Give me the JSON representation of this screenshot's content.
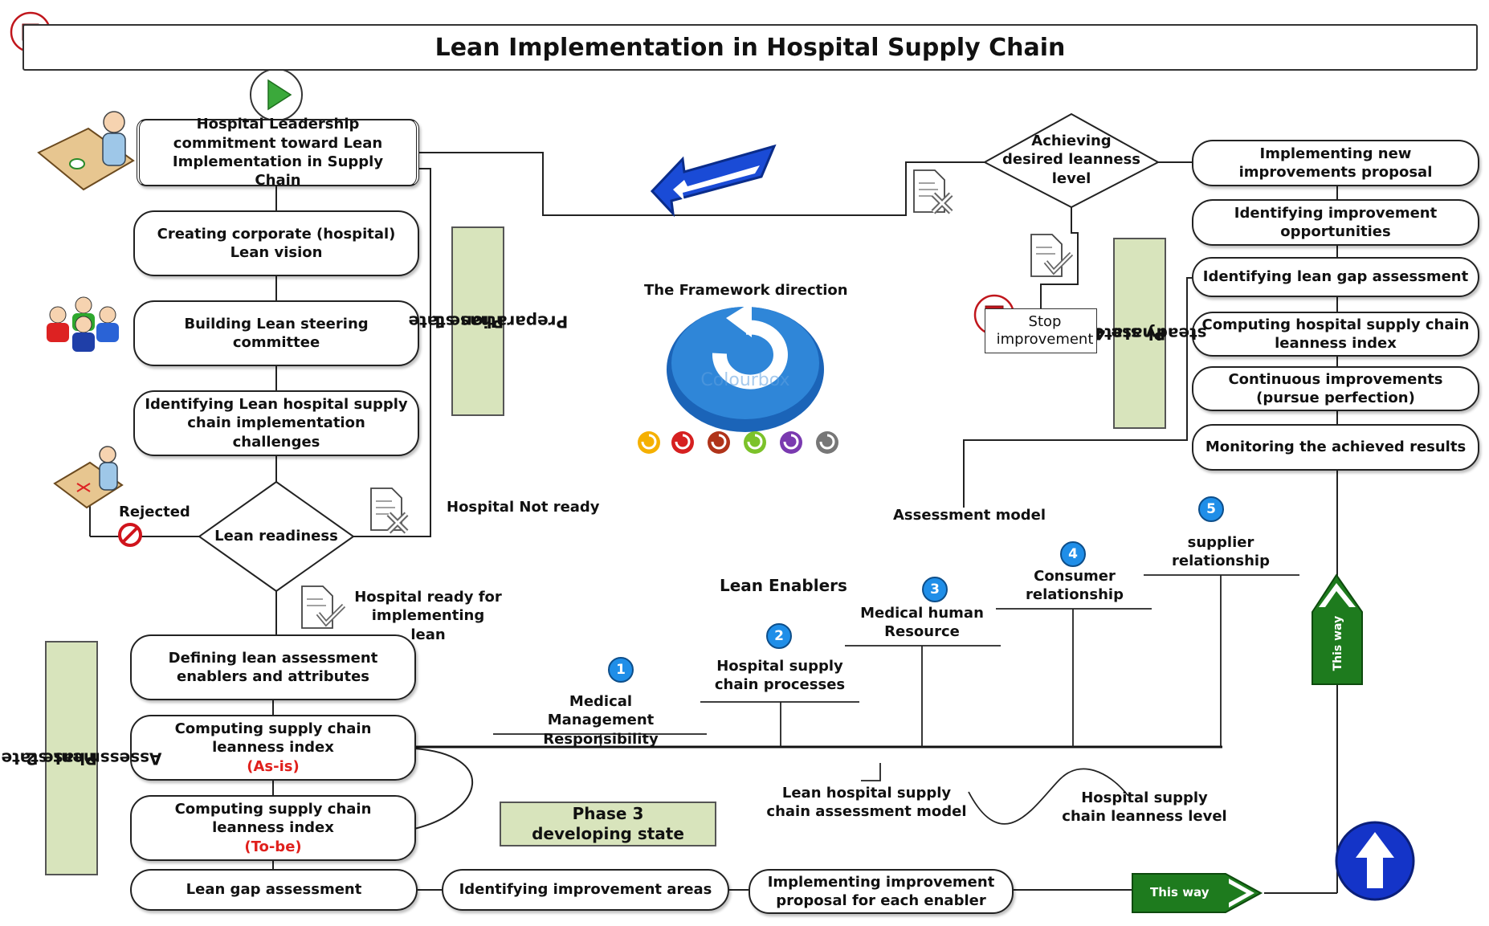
{
  "title": "Lean Implementation in Hospital Supply Chain",
  "nodes": {
    "leadership": "Hospital Leadership commitment toward Lean Implementation in Supply Chain",
    "vision": "Creating corporate (hospital) Lean vision",
    "committee": "Building Lean steering committee",
    "challenges": "Identifying Lean hospital supply chain implementation challenges",
    "defining": "Defining lean assessment enablers and attributes",
    "computing_asis": "Computing supply chain leanness index",
    "asis_tag": "(As-is)",
    "computing_tobe": "Computing supply chain leanness index",
    "tobe_tag": "(To-be)",
    "gap": "Lean gap assessment",
    "areas": "Identifying improvement areas",
    "implementing": "Implementing improvement proposal for each enabler",
    "new_proposal": "Implementing new improvements proposal",
    "opportunities": "Identifying improvement opportunities",
    "gap_right": "Identifying lean gap assessment",
    "computing_right": "Computing hospital supply chain leanness index",
    "continuous": "Continuous improvements (pursue perfection)",
    "monitoring": "Monitoring the achieved results"
  },
  "diamonds": {
    "readiness": "Lean readiness",
    "achieving": "Achieving desired leanness level"
  },
  "phases": {
    "p1": [
      "Phase 1",
      "Preparation state"
    ],
    "p2": [
      "Phase 2",
      "Assessment state"
    ],
    "p3": [
      "Phase 3",
      "developing state"
    ],
    "p4": [
      "Phase 4",
      "steady state"
    ]
  },
  "labels": {
    "rejected": "Rejected",
    "not_ready": "Hospital Not ready",
    "ready": "Hospital ready for implementing lean",
    "framework_direction": "The Framework direction",
    "stop": "Stop improvement",
    "assessment_model": "Assessment model",
    "lean_enablers": "Lean Enablers",
    "assessment_model_long": "Lean hospital supply chain assessment model",
    "leanness_level": "Hospital supply chain leanness level",
    "this_way_up": "This way",
    "this_way_right": "This way",
    "watermark": "Colourbox"
  },
  "enablers": [
    {
      "num": "1",
      "label": "Medical Management Responsibility"
    },
    {
      "num": "2",
      "label": "Hospital supply chain processes"
    },
    {
      "num": "3",
      "label": "Medical human Resource"
    },
    {
      "num": "4",
      "label": "Consumer relationship"
    },
    {
      "num": "5",
      "label": "supplier relationship"
    }
  ],
  "icons": [
    "stop-icon",
    "play-icon",
    "person-at-desk-icon",
    "team-icon",
    "rejected-document-icon",
    "approved-document-icon",
    "no-entry-icon",
    "back-arrow-icon",
    "refresh-icon",
    "up-arrow-icon"
  ],
  "colors": {
    "phase_fill": "#d8e4bc",
    "badge_blue": "#1f8ee8",
    "arrow_green": "#1e7b1e",
    "stop_red": "#c0161c",
    "as_is_red": "#e0201c"
  }
}
